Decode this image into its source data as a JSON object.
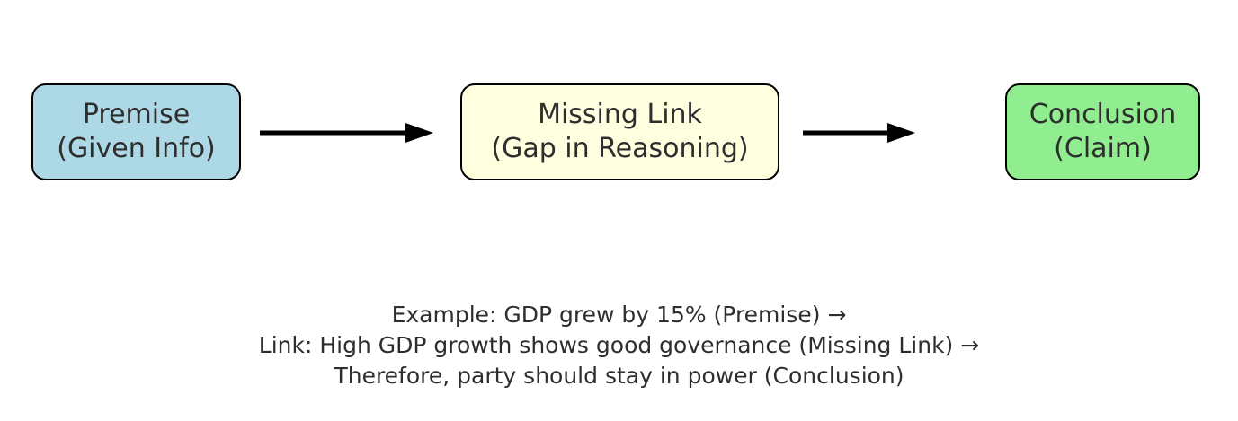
{
  "diagram": {
    "nodes": [
      {
        "title": "Premise",
        "subtitle": "(Given Info)",
        "fill": "#ADD8E6"
      },
      {
        "title": "Missing Link",
        "subtitle": "(Gap in Reasoning)",
        "fill": "#FFFFE0"
      },
      {
        "title": "Conclusion",
        "subtitle": "(Claim)",
        "fill": "#90EE90"
      }
    ],
    "edge_color": "#000000",
    "arrow_color": "#000000",
    "caption_lines": [
      "Example: GDP grew by 15% (Premise) →",
      "Link: High GDP growth shows good governance (Missing Link) →",
      "Therefore, party should stay in power (Conclusion)"
    ]
  }
}
